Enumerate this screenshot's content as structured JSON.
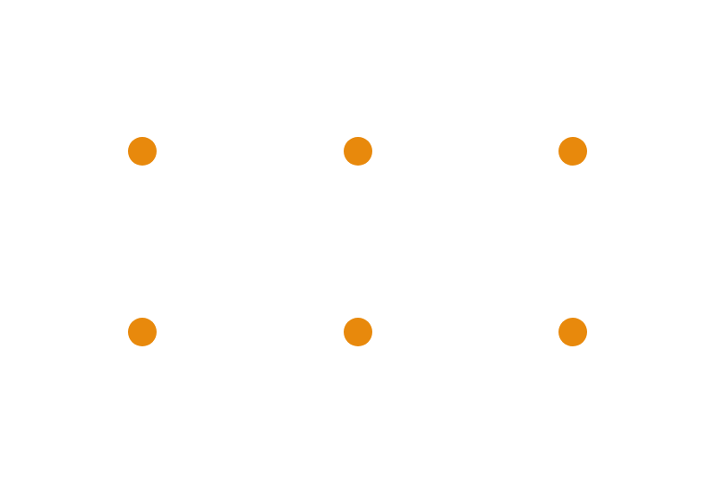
{
  "dots": {
    "color": "#e8890c",
    "rows": 2,
    "columns": 3,
    "count": 6
  }
}
